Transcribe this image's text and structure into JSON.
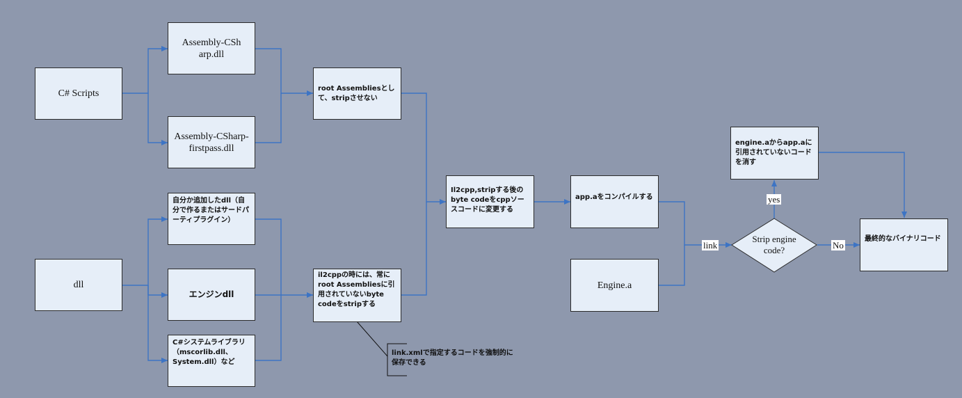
{
  "nodes": {
    "csharp_scripts": "C# Scripts",
    "assembly_csharp": "Assembly-CSharp.dll",
    "assembly_firstpass": "Assembly-CSharp-firstpass.dll",
    "root_assemblies": "root Assembliesとして、stripさせない",
    "dll": "dll",
    "user_dll": "自分か追加したdll（自分で作るまたはサードパーティプラグイン）",
    "engine_dll": "エンジンdll",
    "system_lib": "C#システムライブラリ（mscorlib.dll、System.dll）など",
    "strip_unreferenced": "il2cppの時には、常にroot Assembliesに引用されていないbyte codeをstripする",
    "il2cpp_convert": "Il2cpp,stripする後のbyte codeをcppソースコードに変更する",
    "compile_app": "app.aをコンパイルする",
    "engine_a": "Engine.a",
    "strip_engine_code": "Strip engine code?",
    "remove_unused": "engine.aからapp.aに引用されていないコードを消す",
    "final_binary": "最終的なバイナリコード"
  },
  "edge_labels": {
    "link": "link",
    "yes": "yes",
    "no": "No"
  },
  "annotation": "link.xmlで指定するコードを強制的に保存できる",
  "colors": {
    "background": "#8e98ad",
    "box_fill": "#e6eef8",
    "connector": "#3d74c4"
  }
}
